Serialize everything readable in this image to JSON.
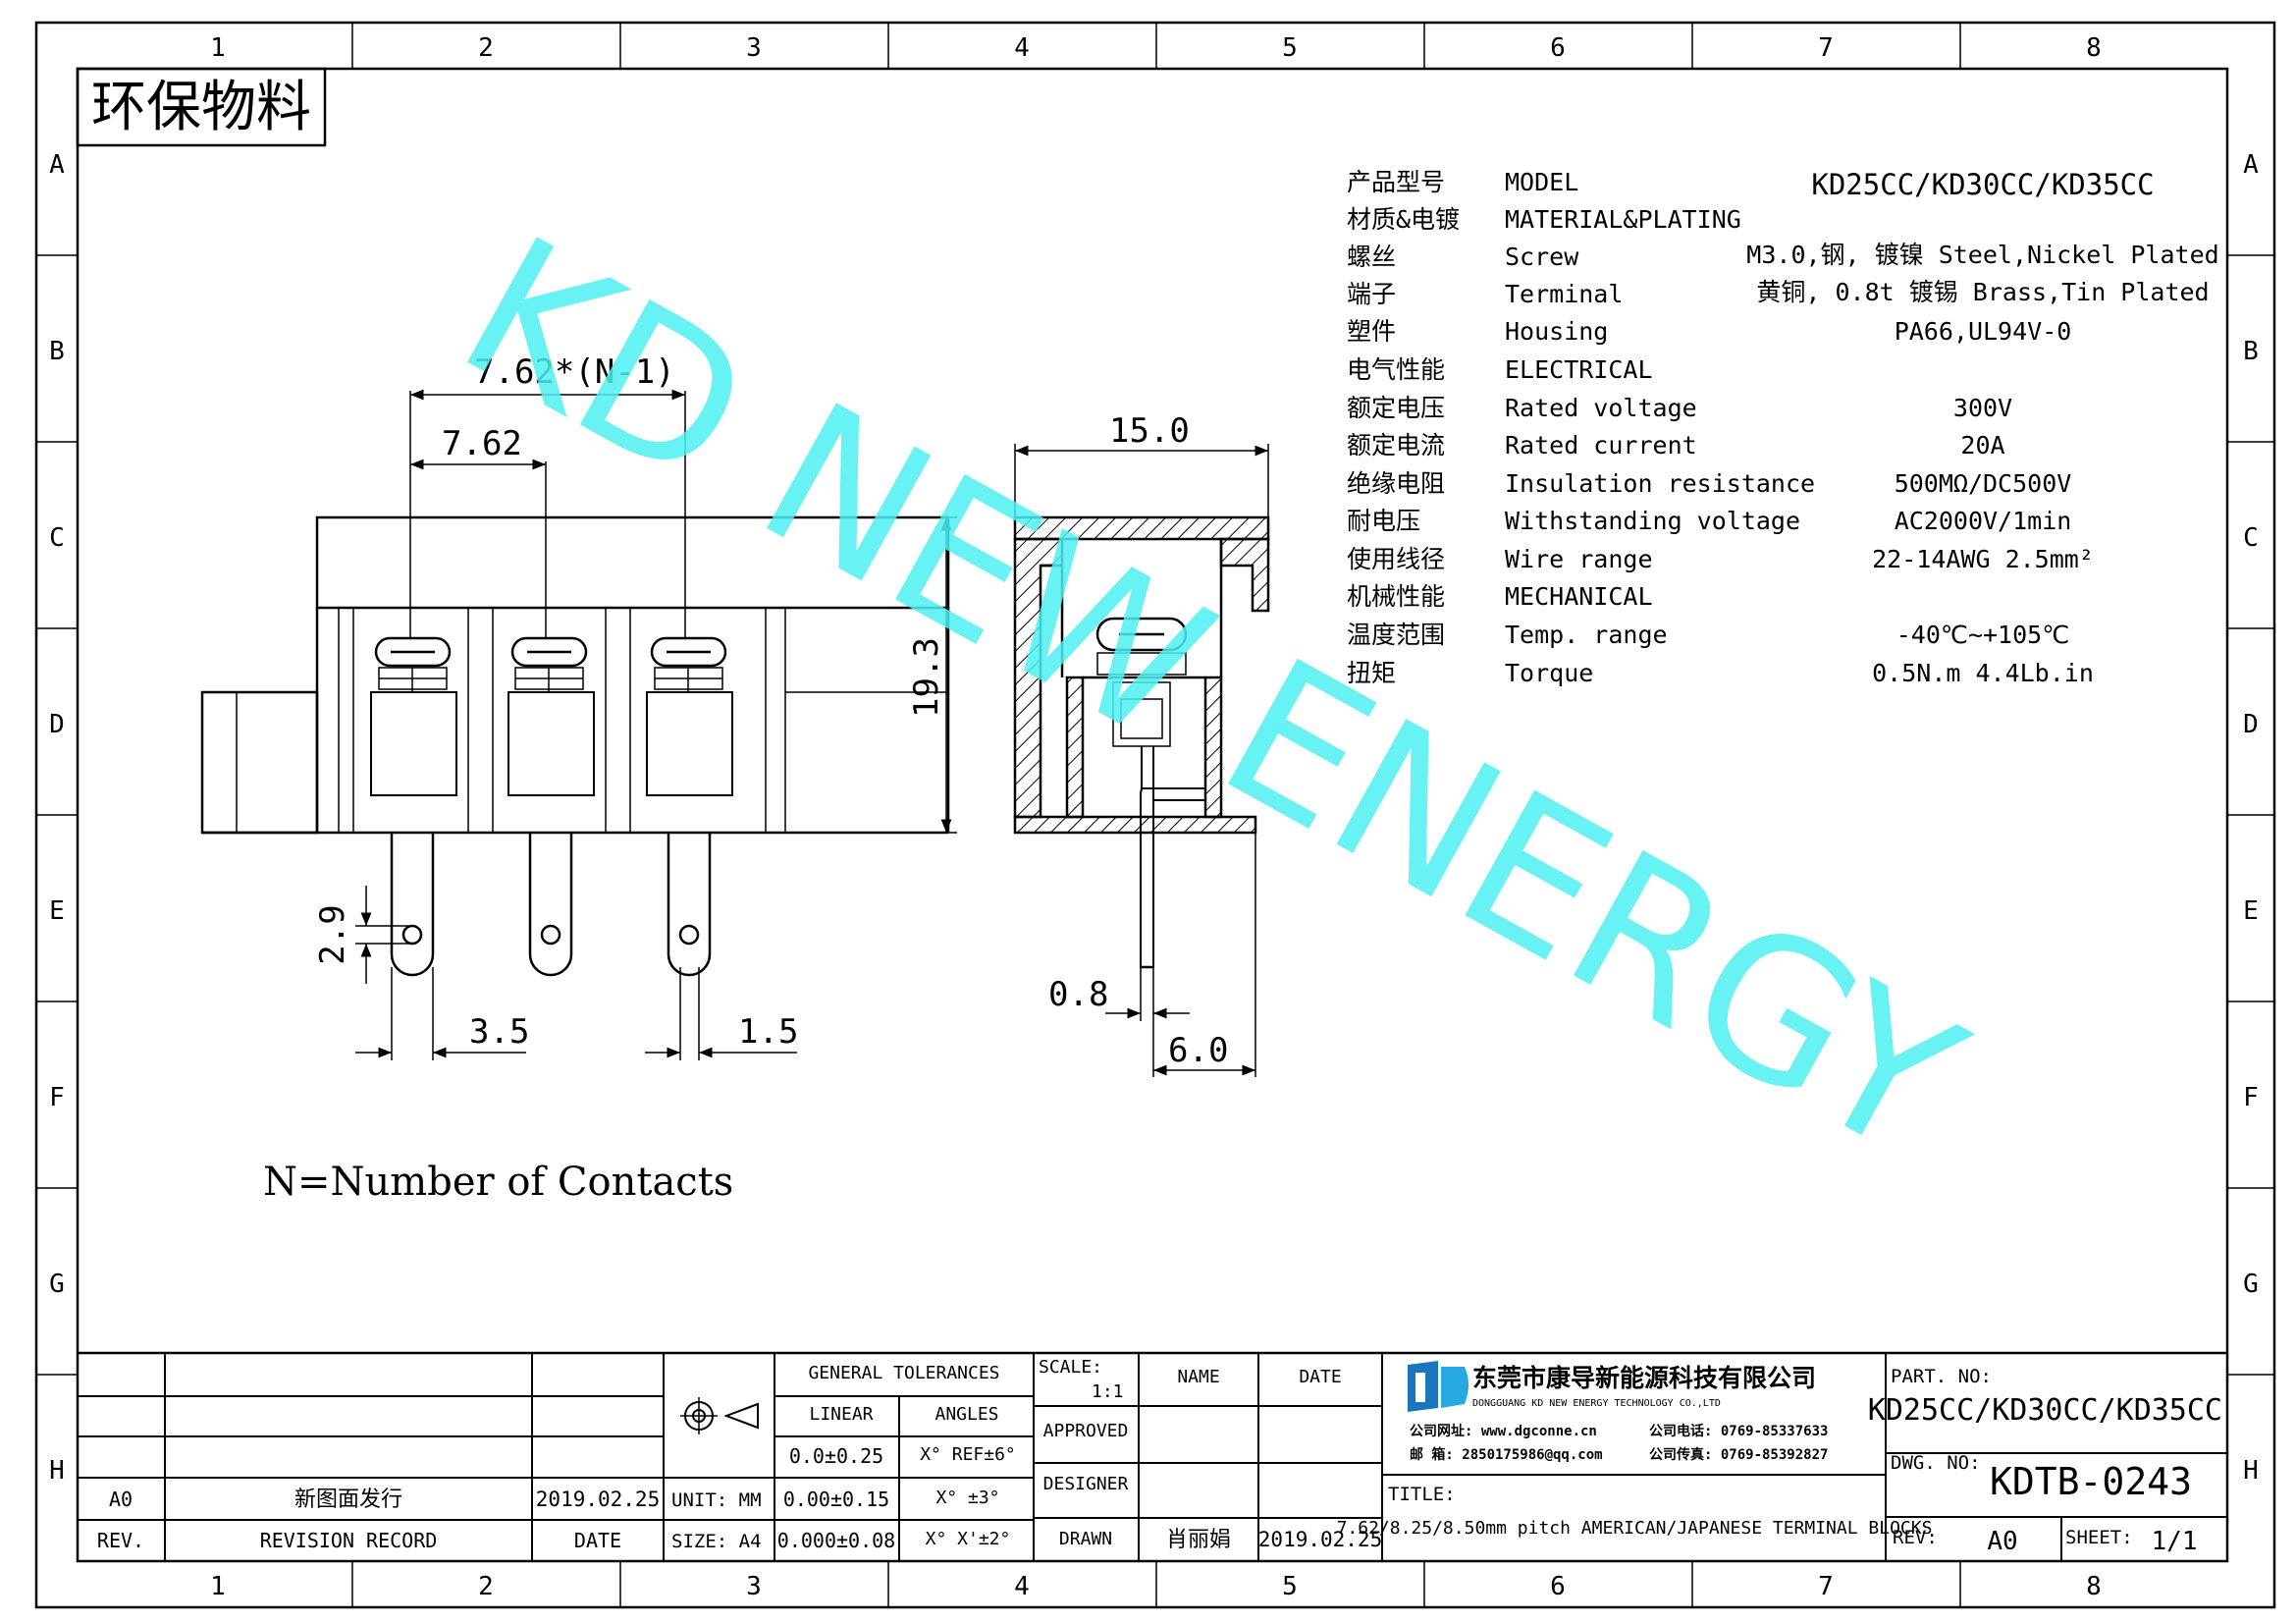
{
  "grid": {
    "columns": [
      "1",
      "2",
      "3",
      "4",
      "5",
      "6",
      "7",
      "8"
    ],
    "rows": [
      "A",
      "B",
      "C",
      "D",
      "E",
      "F",
      "G",
      "H"
    ]
  },
  "badge": "环保物料",
  "watermark": "KD NEW ENERGY",
  "dimensions": {
    "pitch_total": "7.62*(N-1)",
    "pitch": "7.62",
    "height": "19.3",
    "hole": "2.9",
    "pin_a": "3.5",
    "pin_b": "1.5",
    "width": "15.0",
    "pin_thickness": "0.8",
    "pin_offset": "6.0"
  },
  "note": "N=Number of Contacts",
  "specs": [
    {
      "cn": "产品型号",
      "en": "MODEL",
      "value": "KD25CC/KD30CC/KD35CC"
    },
    {
      "cn": "材质&电镀",
      "en": "MATERIAL&PLATING",
      "value": ""
    },
    {
      "cn": "螺丝",
      "en": "Screw",
      "value": "M3.0,钢, 镀镍 Steel,Nickel Plated"
    },
    {
      "cn": "端子",
      "en": "Terminal",
      "value": "黄铜, 0.8t 镀锡 Brass,Tin Plated"
    },
    {
      "cn": "塑件",
      "en": "Housing",
      "value": "PA66,UL94V-0"
    },
    {
      "cn": "电气性能",
      "en": "ELECTRICAL",
      "value": ""
    },
    {
      "cn": "额定电压",
      "en": "Rated voltage",
      "value": "300V"
    },
    {
      "cn": "额定电流",
      "en": "Rated current",
      "value": "20A"
    },
    {
      "cn": "绝缘电阻",
      "en": "Insulation resistance",
      "value": "500MΩ/DC500V"
    },
    {
      "cn": "耐电压",
      "en": "Withstanding voltage",
      "value": "AC2000V/1min"
    },
    {
      "cn": "使用线径",
      "en": "Wire range",
      "value": "22-14AWG 2.5mm²"
    },
    {
      "cn": "机械性能",
      "en": "MECHANICAL",
      "value": ""
    },
    {
      "cn": "温度范围",
      "en": "Temp. range",
      "value": "-40℃~+105℃"
    },
    {
      "cn": "扭矩",
      "en": "Torque",
      "value": "0.5N.m  4.4Lb.in"
    }
  ],
  "title_block": {
    "revision": {
      "rev": "A0",
      "description": "新图面发行",
      "date": "2019.02.25",
      "hdr_rev": "REV.",
      "hdr_record": "REVISION RECORD",
      "hdr_date": "DATE"
    },
    "unit_label": "UNIT: MM",
    "size_label": "SIZE: A4",
    "tolerances": {
      "header": "GENERAL TOLERANCES",
      "linear": "LINEAR",
      "angles": "ANGLES",
      "lin": [
        "0.0±0.25",
        "0.00±0.15",
        "0.000±0.08"
      ],
      "ang": [
        "X° REF±6°",
        "X° ±3°",
        "X° X'±2°"
      ]
    },
    "scale_label": "SCALE:",
    "scale_value": "1:1",
    "approved": "APPROVED",
    "designer": "DESIGNER",
    "drawn": "DRAWN",
    "name_hdr": "NAME",
    "date_hdr": "DATE",
    "drawn_name": "肖丽娟",
    "drawn_date": "2019.02.25",
    "company_cn": "东莞市康导新能源科技有限公司",
    "company_en": "DONGGUANG KD NEW ENERGY TECHNOLOGY CO.,LTD",
    "website": "公司网址: www.dgconne.cn",
    "phone": "公司电话: 0769-85337633",
    "email": "邮    箱: 2850175986@qq.com",
    "fax": "公司传真: 0769-85392827",
    "title_label": "TITLE:",
    "title": "7.62/8.25/8.50mm pitch AMERICAN/JAPANESE TERMINAL BLOCKS",
    "part_no_label": "PART. NO:",
    "part_no": "KD25CC/KD30CC/KD35CC",
    "dwg_no_label": "DWG. NO:",
    "dwg_no": "KDTB-0243",
    "rev_label": "REV:",
    "rev": "A0",
    "sheet_label": "SHEET:",
    "sheet": "1/1"
  }
}
